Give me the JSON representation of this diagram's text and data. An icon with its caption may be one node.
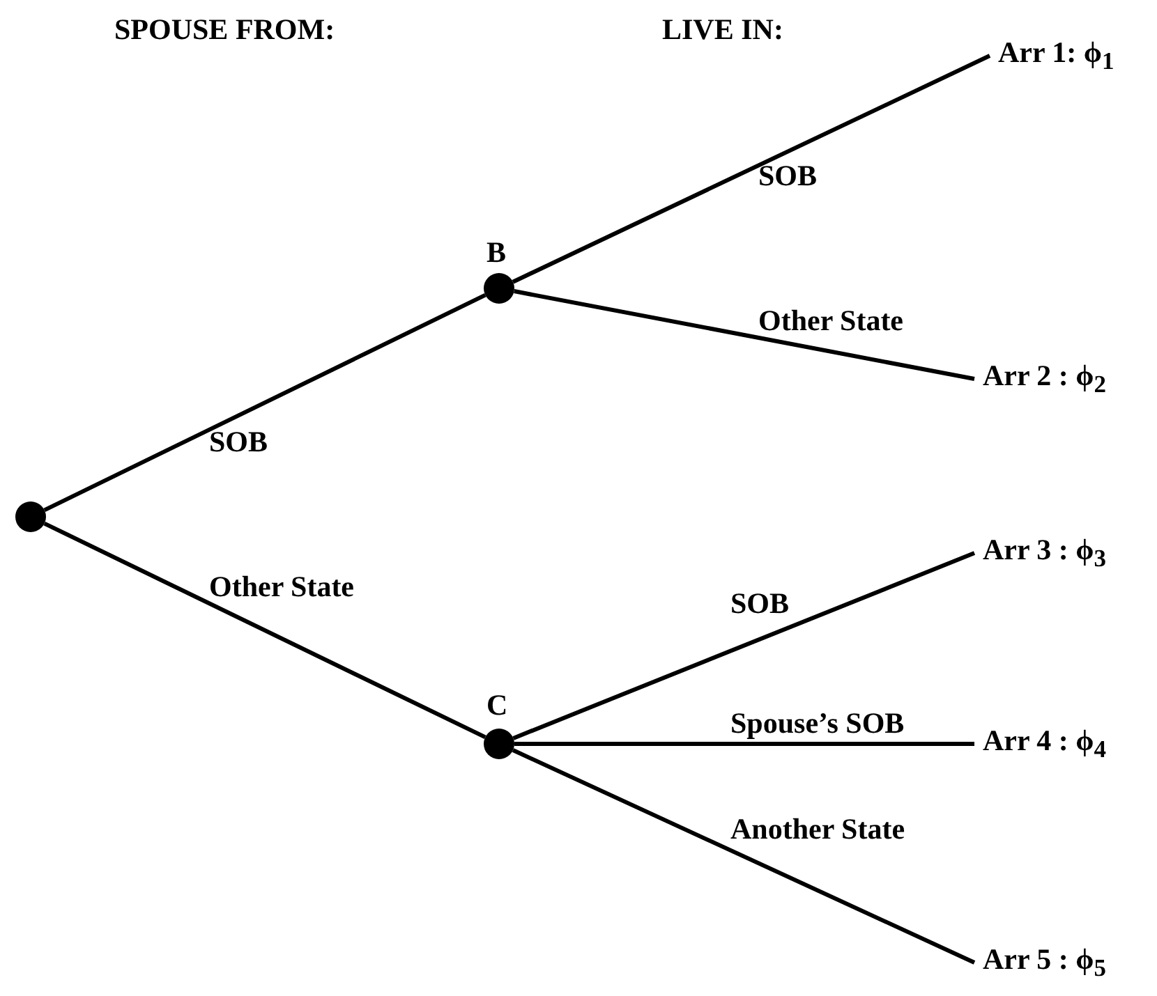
{
  "diagram": {
    "nodes": [
      {
        "text": [],
        "shape": "circle"
      },
      {
        "text": [],
        "shape": "circle",
        "beside": [
          "B"
        ]
      },
      {
        "text": [],
        "shape": "circle",
        "beside": [
          "C"
        ]
      },
      {
        "text": [
          "Arr 1: ϕ$_{1}$"
        ]
      },
      {
        "text": [
          "Arr 2 : ϕ$_{2}$"
        ]
      },
      {
        "text": [
          "Arr 3 : ϕ$_{3}$"
        ]
      },
      {
        "text": [
          "Arr 4 : ϕ$_{4}$"
        ]
      },
      {
        "text": [
          "Arr 5 : ϕ$_{5}$"
        ]
      }
    ],
    "edges": [
      {
        "from": 0,
        "to": 1,
        "arrow": "none",
        "label": "SOB"
      },
      {
        "from": 0,
        "to": 2,
        "arrow": "none",
        "label": "Other State"
      },
      {
        "from": 1,
        "to": 3,
        "arrow": "none",
        "label": "SOB"
      },
      {
        "from": 1,
        "to": 4,
        "arrow": "none",
        "label": "Other State"
      },
      {
        "from": 2,
        "to": 5,
        "arrow": "none",
        "label": "SOB"
      },
      {
        "from": 2,
        "to": 6,
        "arrow": "none",
        "label": "Spouse’s SOB"
      },
      {
        "from": 2,
        "to": 7,
        "arrow": "none",
        "label": "Another State"
      }
    ],
    "labels": [
      "SPOUSE FROM:",
      "LIVE IN:"
    ]
  }
}
